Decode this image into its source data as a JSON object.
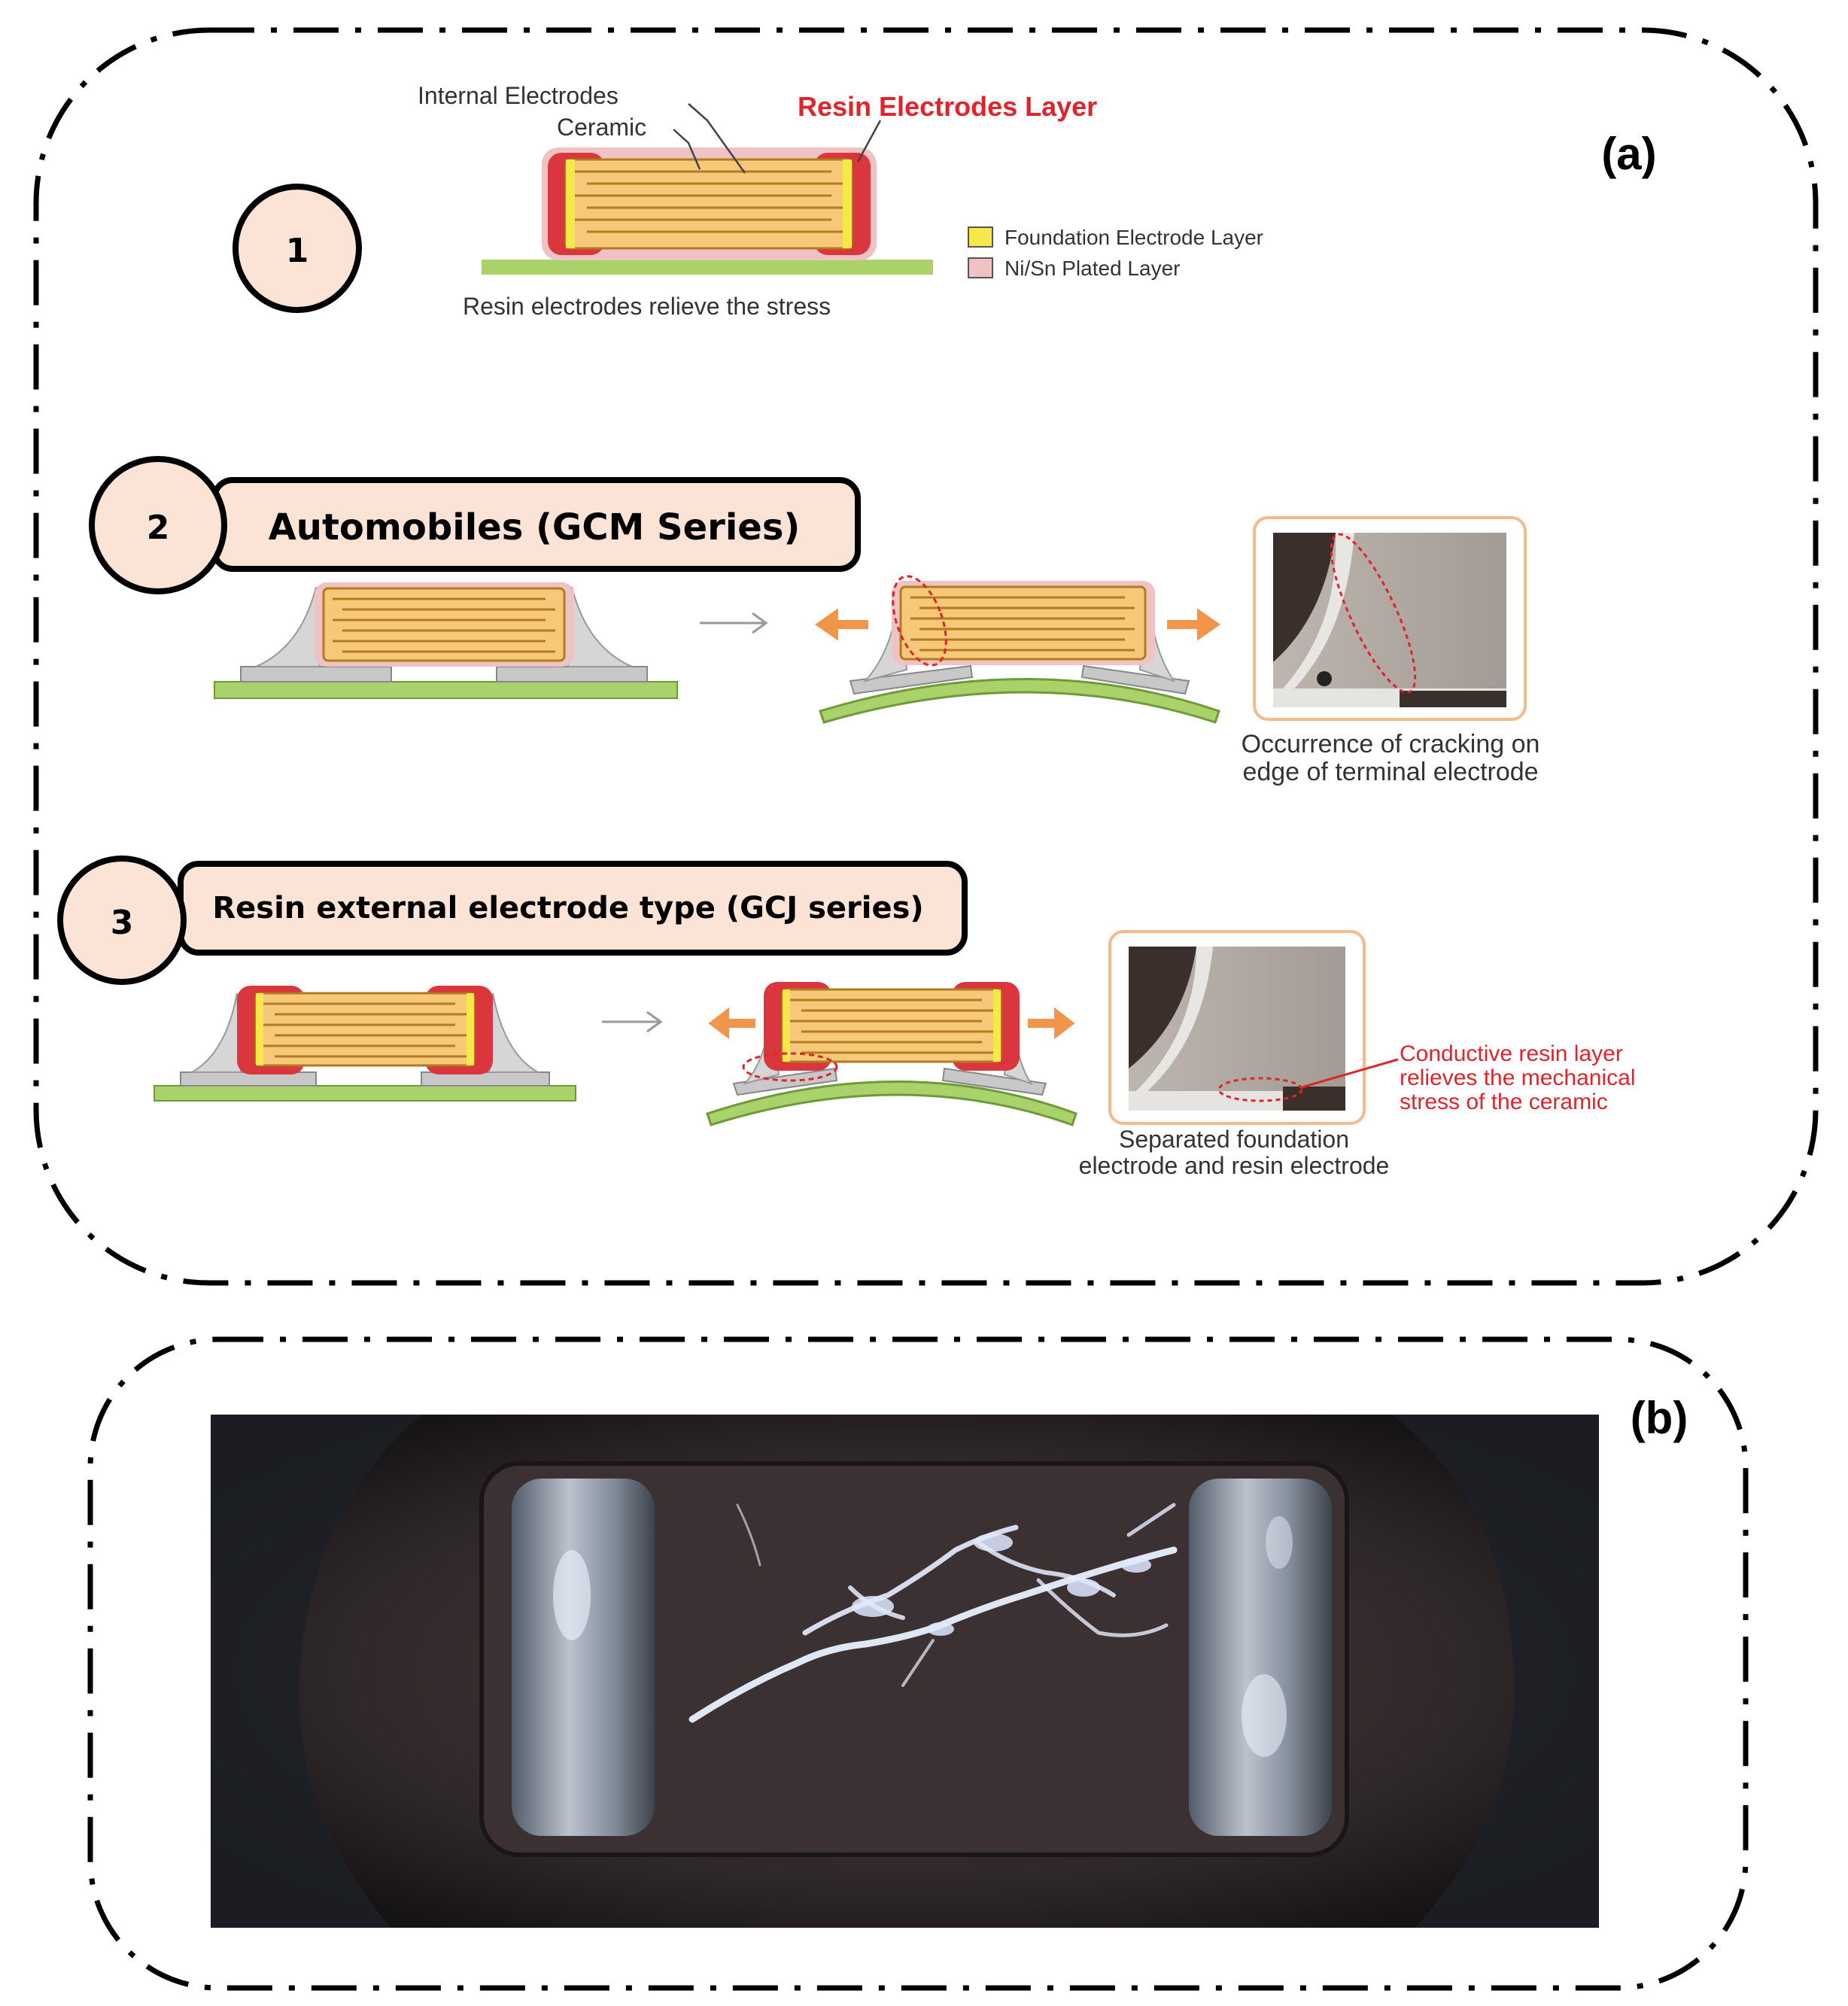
{
  "panel_a": {
    "label": "(a)",
    "section1": {
      "number": "1",
      "labels": {
        "internal_electrodes": "Internal Electrodes",
        "ceramic": "Ceramic",
        "resin_layer": "Resin Electrodes Layer",
        "caption": "Resin electrodes relieve the stress"
      },
      "legend": [
        {
          "label": "Foundation Electrode Layer",
          "color": "#f7e84a"
        },
        {
          "label": "Ni/Sn Plated Layer",
          "color": "#efc3c3"
        }
      ]
    },
    "section2": {
      "number": "2",
      "title": "Automobiles (GCM Series)",
      "photo_caption_line1": "Occurrence of cracking on",
      "photo_caption_line2": "edge of terminal electrode"
    },
    "section3": {
      "number": "3",
      "title": "Resin external electrode type (GCJ series)",
      "annotation_line1": "Conductive resin layer",
      "annotation_line2": "relieves the mechanical",
      "annotation_line3": "stress of the ceramic",
      "photo_caption_line1": "Separated foundation",
      "photo_caption_line2": "electrode and resin electrode"
    }
  },
  "panel_b": {
    "label": "(b)"
  },
  "colors": {
    "circle_fill": "#fbe3d6",
    "title_box_fill": "#fbe3d6",
    "resin_red": "#d9363e",
    "ceramic_orange": "#f6c97a",
    "electrode_line": "#b27b1e",
    "foundation_yellow": "#f7e84a",
    "board_green": "#a9d26a",
    "solder_gray": "#c8c8c8",
    "arrow_orange": "#f0954a",
    "annotation_red": "#e0242b"
  }
}
